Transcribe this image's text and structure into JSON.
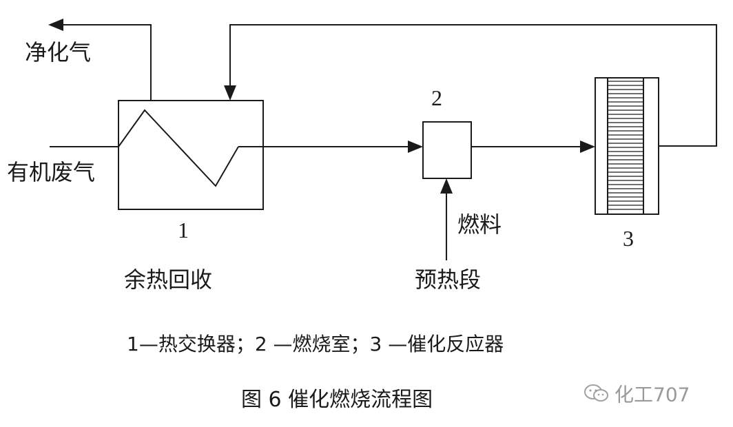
{
  "diagram": {
    "labels": {
      "clean_gas": "净化气",
      "organic_waste_gas": "有机废气",
      "fuel": "燃料",
      "heat_recovery": "余热回收",
      "preheat_section": "预热段"
    },
    "components": [
      {
        "number": "1",
        "name": "热交换器"
      },
      {
        "number": "2",
        "name": "燃烧室"
      },
      {
        "number": "3",
        "name": "催化反应器"
      }
    ],
    "legend_text": "1—热交换器；2 —燃烧室；3 —催化反应器",
    "caption": "图 6    催化燃烧流程图",
    "watermark": "化工707"
  },
  "colors": {
    "line": "#1a1a1a",
    "background": "#ffffff",
    "watermark": "#9a9a9a"
  }
}
